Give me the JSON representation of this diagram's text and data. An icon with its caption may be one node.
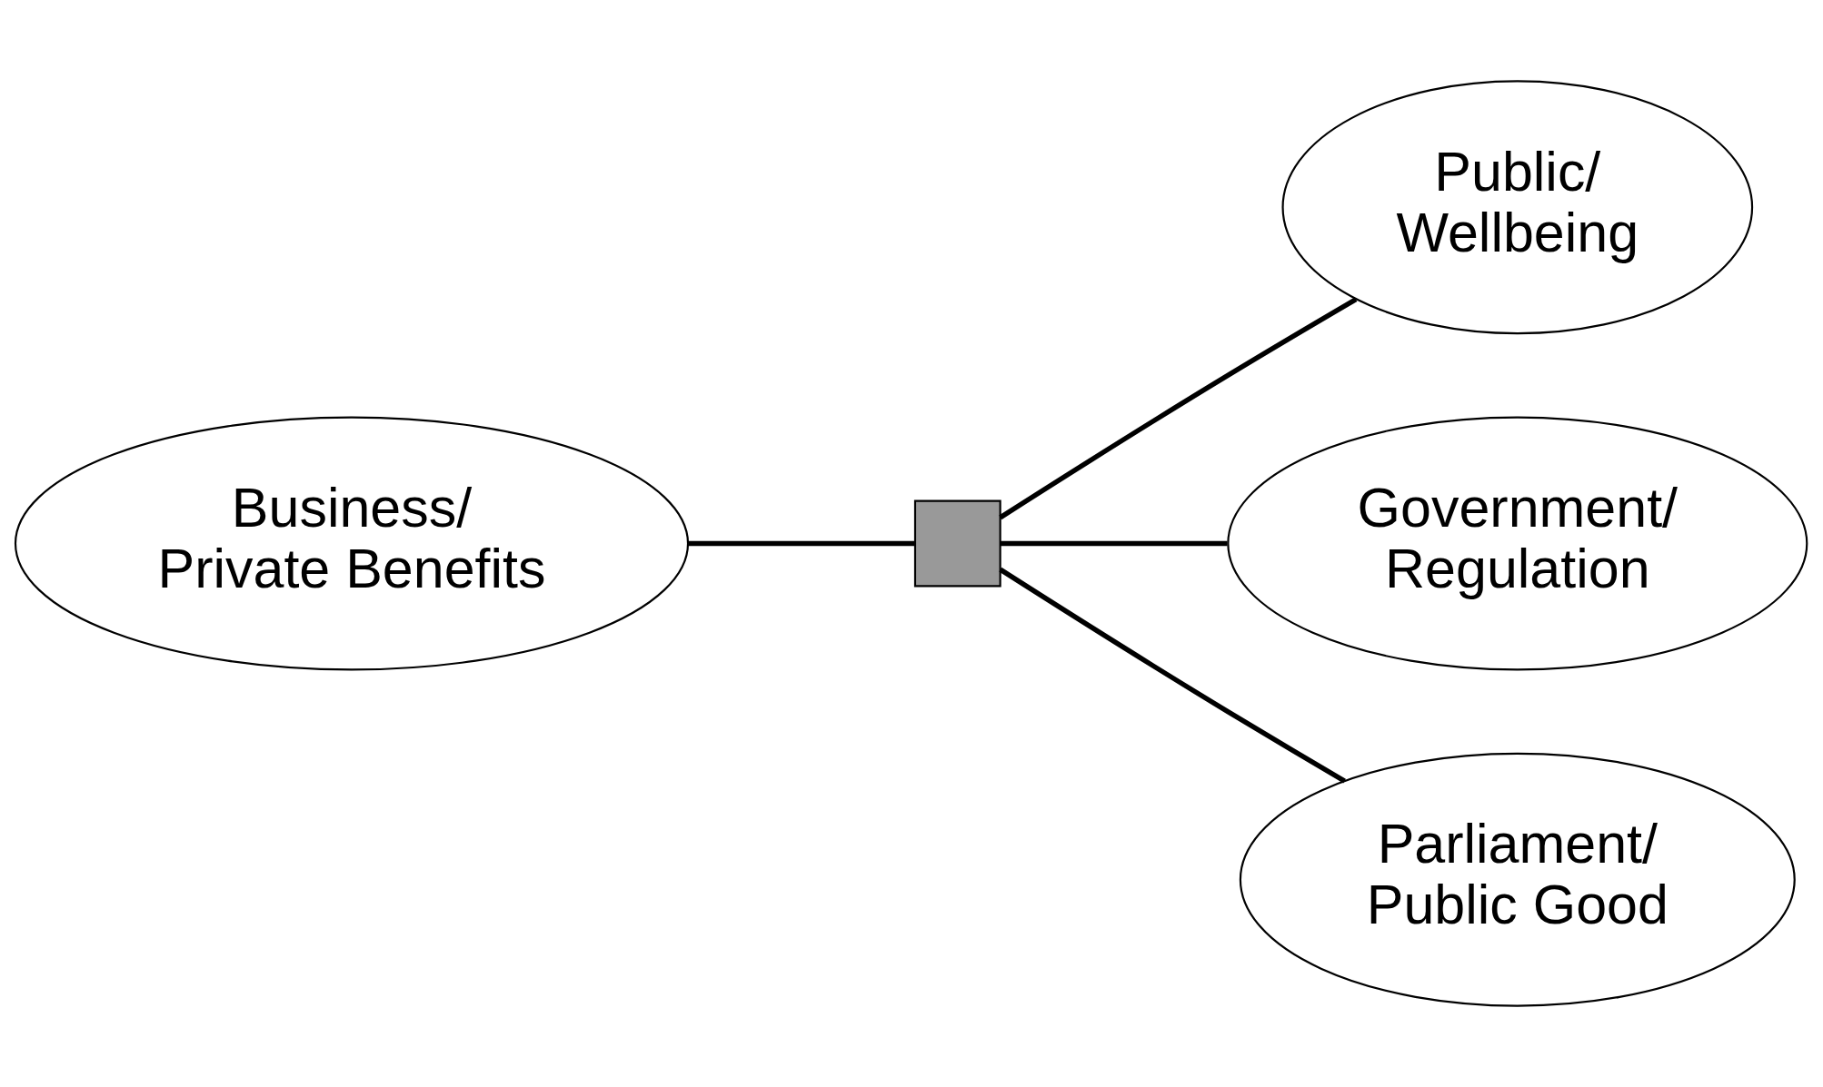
{
  "diagram": {
    "nodes": [
      {
        "text": [
          "Public/ Wellbeing"
        ]
      },
      {
        "text": [
          "Business/ Private Benefits"
        ]
      },
      {
        "text": [],
        "shape": "box"
      },
      {
        "text": [
          "Government/ Regulation"
        ]
      },
      {
        "text": [
          "Parliament/ Public Good"
        ]
      }
    ],
    "edges": [
      {
        "from": 1,
        "to": 2,
        "arrow": "none"
      },
      {
        "from": 2,
        "to": 0,
        "arrow": "none"
      },
      {
        "from": 2,
        "to": 3,
        "arrow": "none"
      },
      {
        "from": 2,
        "to": 4,
        "arrow": "none"
      }
    ]
  }
}
